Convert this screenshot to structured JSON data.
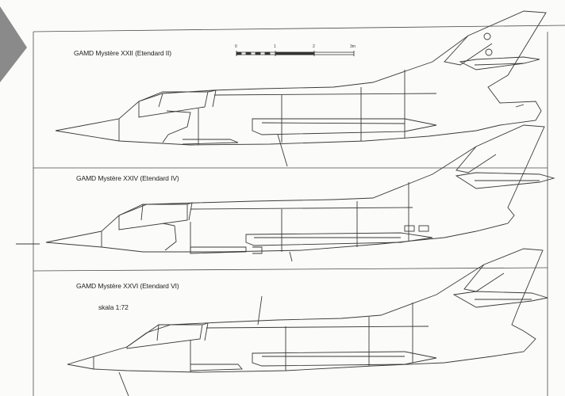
{
  "drawings": [
    {
      "title": "GAMD Mystère XXII (Etendard II)"
    },
    {
      "title": "GAMD Mystère XXIV (Etendard IV)"
    },
    {
      "title": "GAMD Mystère XXVI (Etendard VI)"
    }
  ],
  "scale_text": "skala 1:72",
  "scale_bar": {
    "labels": [
      "0",
      "1",
      "2",
      "3m"
    ]
  },
  "colors": {
    "line": "#3a3a3a",
    "corner_marker": "#8a8a8a",
    "paper": "#fbfbf9"
  }
}
